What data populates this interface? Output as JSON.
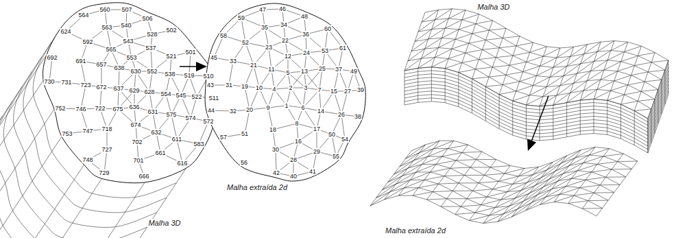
{
  "diagram": {
    "labels": [
      "Malha 3D",
      "564",
      "560",
      "507",
      "506",
      "624",
      "563",
      "540",
      "592",
      "528",
      "502",
      "543",
      "565",
      "537",
      "501",
      "553",
      "521",
      "692",
      "691",
      "657",
      "638",
      "630",
      "552",
      "538",
      "519",
      "510",
      "730",
      "731",
      "723",
      "672",
      "637",
      "629",
      "628",
      "554",
      "545",
      "522",
      "511",
      "752",
      "746",
      "722",
      "675",
      "636",
      "631",
      "575",
      "574",
      "572",
      "753",
      "747",
      "718",
      "674",
      "632",
      "611",
      "583",
      "727",
      "702",
      "661",
      "616",
      "748",
      "701",
      "729",
      "666",
      "47",
      "46",
      "59",
      "35",
      "34",
      "48",
      "22",
      "36",
      "60",
      "58",
      "52",
      "23",
      "12",
      "24",
      "53",
      "61",
      "45",
      "33",
      "21",
      "11",
      "5",
      "13",
      "25",
      "37",
      "49",
      "43",
      "31",
      "19",
      "10",
      "4",
      "2",
      "3",
      "7",
      "15",
      "27",
      "39",
      "44",
      "32",
      "20",
      "9",
      "1",
      "6",
      "14",
      "26",
      "38",
      "18",
      "8",
      "17",
      "57",
      "51",
      "16",
      "29",
      "50",
      "54",
      "30",
      "28",
      "55",
      "56",
      "42",
      "40",
      "41",
      "Malha extraída 2d",
      "Malha 3D",
      "Malha extraída 2d"
    ]
  }
}
